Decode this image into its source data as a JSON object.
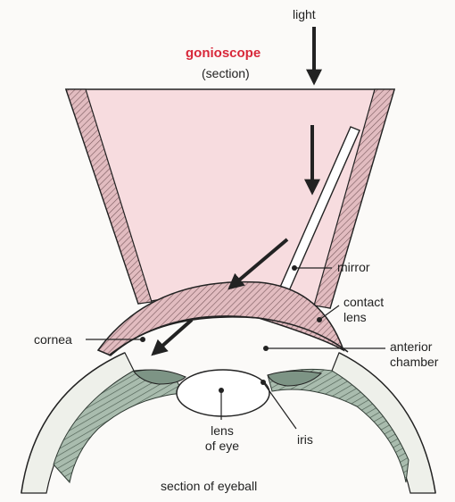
{
  "labels": {
    "light": "light",
    "title": "gonioscope",
    "subtitle": "(section)",
    "mirror": "mirror",
    "contact_lens": [
      "contact",
      "lens"
    ],
    "cornea": "cornea",
    "anterior_chamber": [
      "anterior",
      "chamber"
    ],
    "iris": "iris",
    "lens_of_eye": [
      "lens",
      "of eye"
    ],
    "caption": "section of eyeball"
  },
  "colors": {
    "gonioscope_fill": "#f7dcdf",
    "wall_fill": "#e2bcc0",
    "title": "#d8283a",
    "tissue_fill": "#9fb3a6",
    "outline": "#222222"
  }
}
